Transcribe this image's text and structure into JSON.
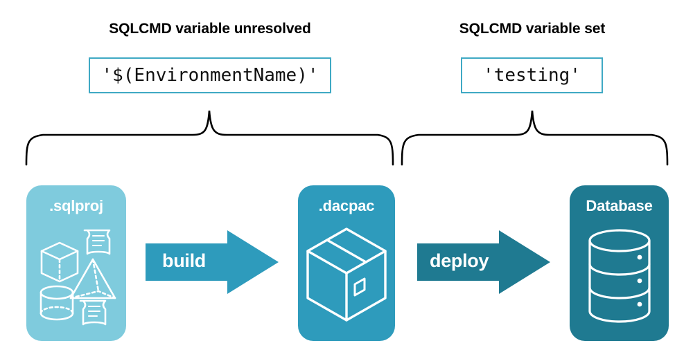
{
  "diagram": {
    "title_left": "SQLCMD variable unresolved",
    "title_right": "SQLCMD variable set",
    "code_left": "'$(EnvironmentName)'",
    "code_right": "'testing'",
    "colors": {
      "light_teal": "#7FCBDD",
      "mid_teal": "#2E9BBC",
      "dark_teal": "#1F7A91",
      "box_border": "#3FA9C4",
      "brace": "#000000",
      "text_dark": "#111111",
      "text_light": "#FFFFFF"
    },
    "stages": [
      {
        "id": "sqlproj",
        "label": ".sqlproj",
        "fill": "#7FCBDD",
        "icon": "project-objects-icon"
      },
      {
        "id": "dacpac",
        "label": ".dacpac",
        "fill": "#2E9BBC",
        "icon": "package-box-icon"
      },
      {
        "id": "database",
        "label": "Database",
        "fill": "#1F7A91",
        "icon": "database-cylinder-icon"
      }
    ],
    "arrows": [
      {
        "id": "build",
        "label": "build",
        "fill": "#2E9BBC"
      },
      {
        "id": "deploy",
        "label": "deploy",
        "fill": "#1F7A91"
      }
    ],
    "braces": [
      {
        "id": "brace-left",
        "covers": "sqlproj-to-dacpac"
      },
      {
        "id": "brace-right",
        "covers": "dacpac-to-database"
      }
    ]
  }
}
